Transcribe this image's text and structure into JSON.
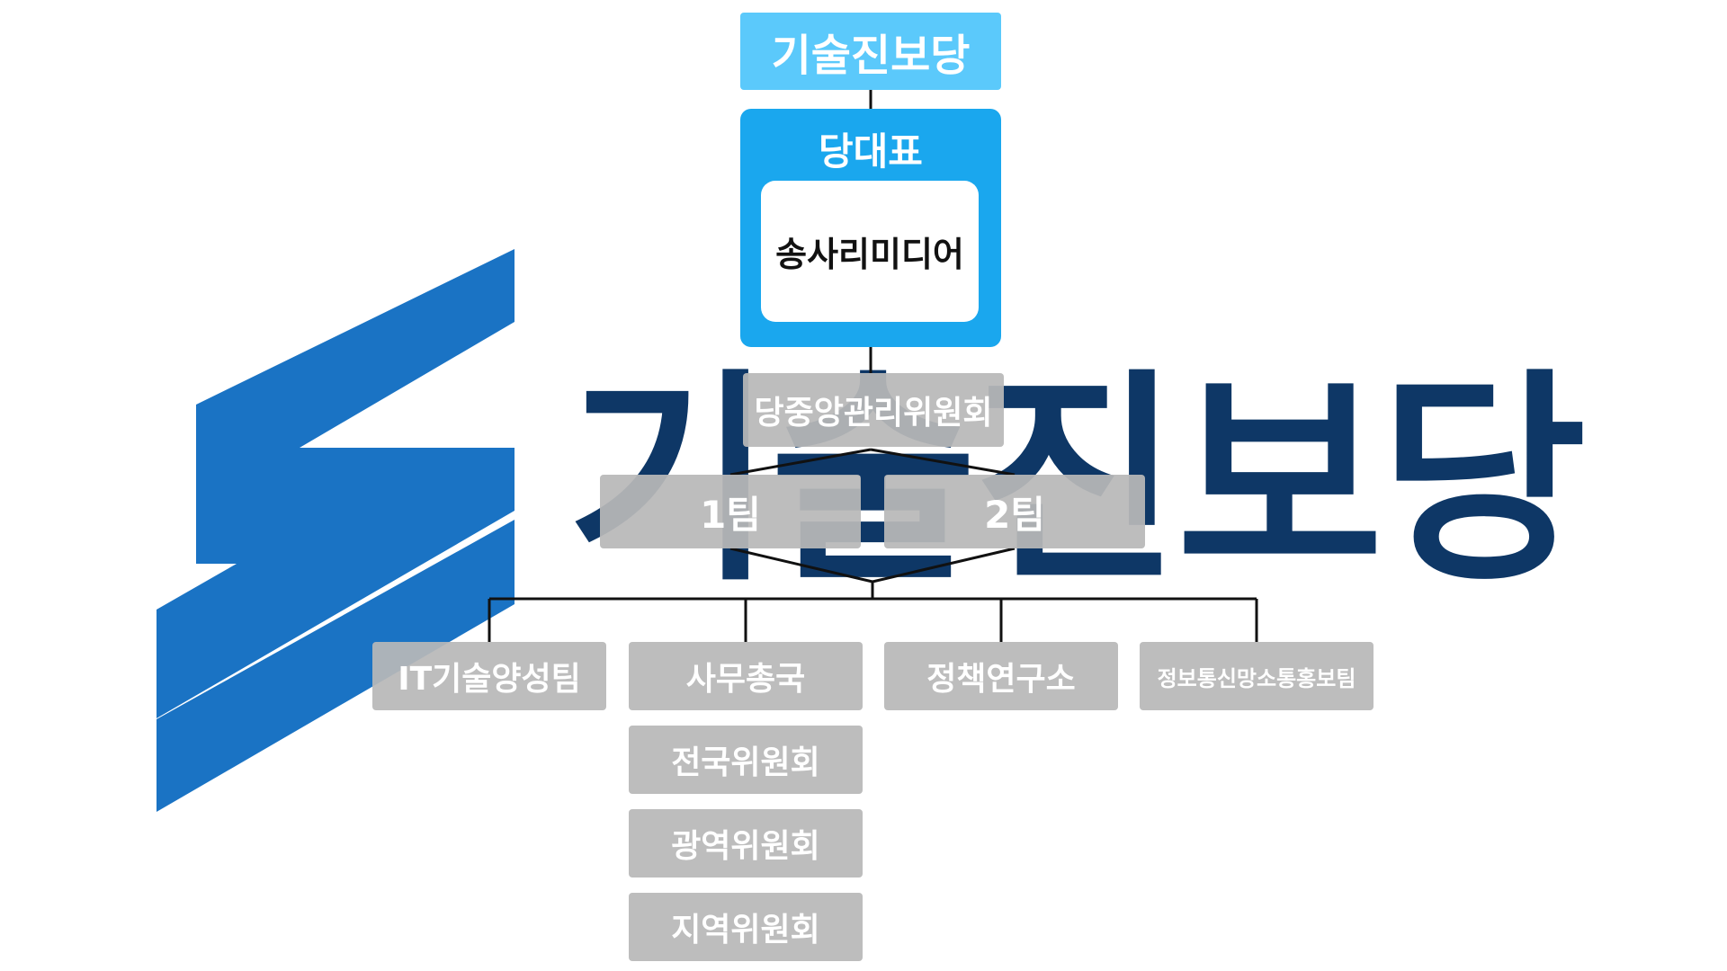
{
  "colors": {
    "logo_blue": "#1a73c4",
    "logo_navy": "#0e3766",
    "title_bg": "#5bc9fb",
    "leader_bg": "#1aa7ee",
    "box_grey": "#b8b8b8",
    "line": "#111111"
  },
  "logo": {
    "wordmark": "기술진보당"
  },
  "org": {
    "top": "기술진보당",
    "leader": {
      "title": "당대표",
      "name": "송사리미디어"
    },
    "committee": "당중앙관리위원회",
    "teams": [
      "1팀",
      "2팀"
    ],
    "departments": [
      "IT기술양성팀",
      "사무총국",
      "정책연구소",
      "정보통신망소통홍보팀"
    ],
    "sub_units": [
      "전국위원회",
      "광역위원회",
      "지역위원회"
    ]
  }
}
